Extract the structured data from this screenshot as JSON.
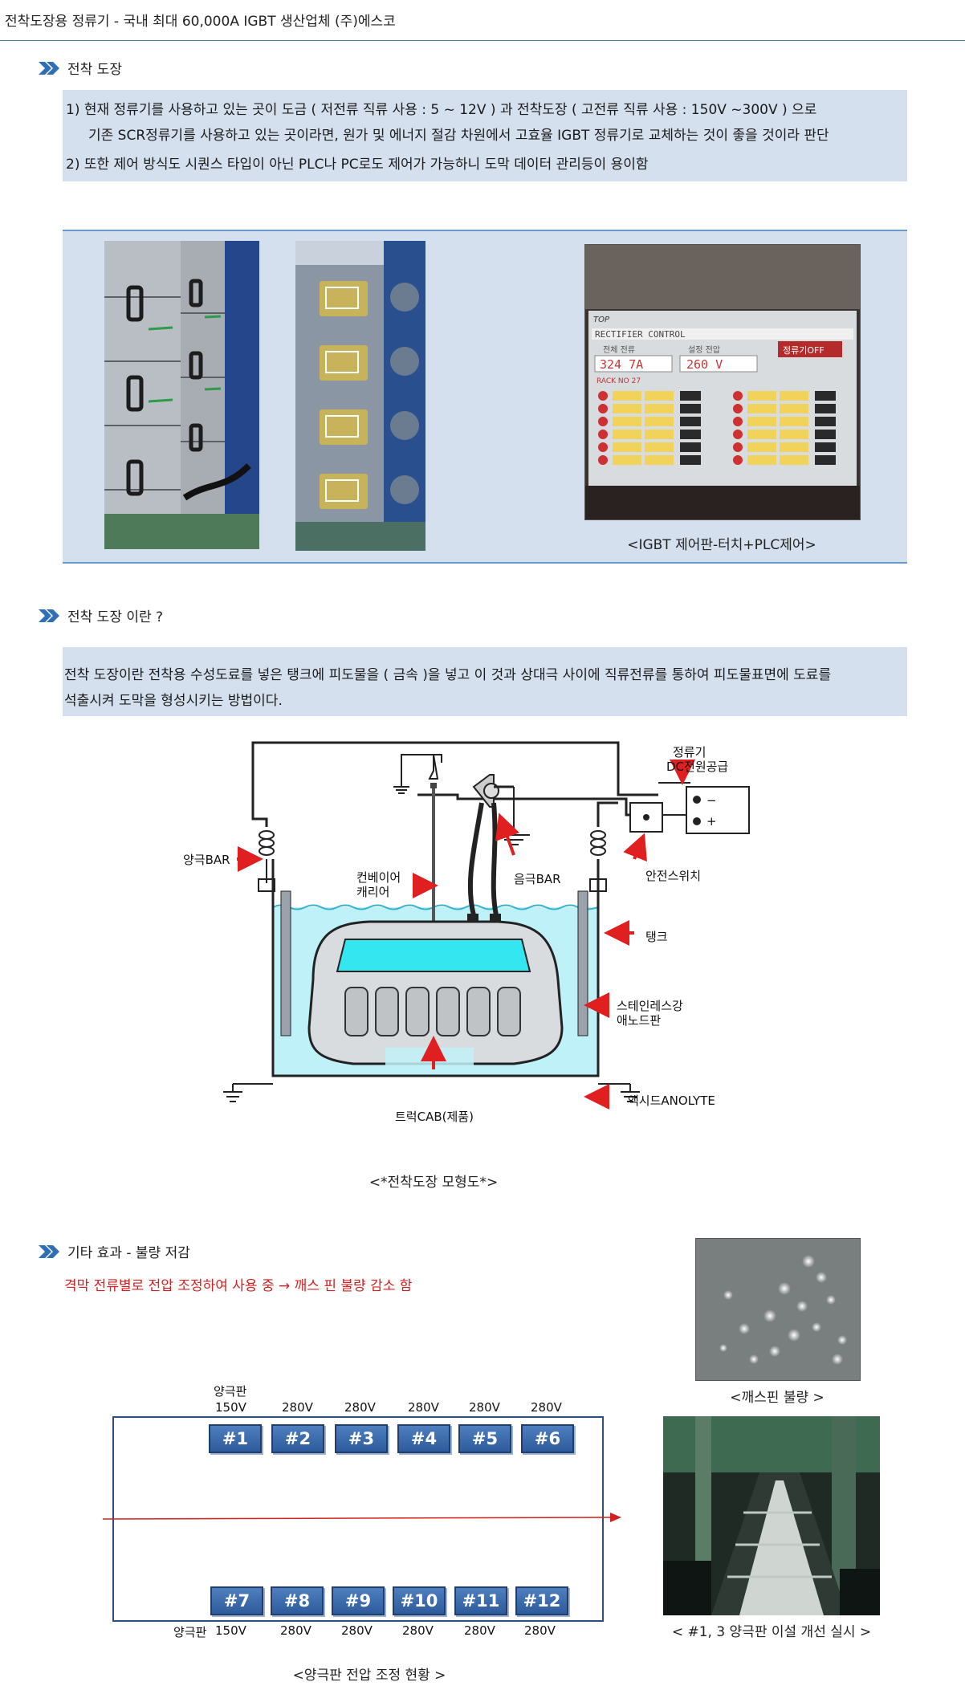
{
  "page_title": "전착도장용 정류기 - 국내 최대 60,000A IGBT 생산업체 (주)에스코",
  "section1": {
    "heading": "전착 도장",
    "item1_line1": "1)  현재 정류기를 사용하고 있는 곳이 도금 ( 저전류 직류 사용 :  5 ~ 12V ) 과 전착도장 ( 고전류 직류 사용 : 150V ~300V )  으로",
    "item1_line2": "기존 SCR정류기를 사용하고 있는 곳이라면, 원가 및 에너지 절감 차원에서 고효율 IGBT 정류기로  교체하는 것이 좋을 것이라 판단",
    "item2": "2)  또한 제어 방식도 시퀀스 타입이 아닌 PLC나 PC로도 제어가 가능하니 도막  데이터 관리등이  용이함",
    "photo_caption": "<IGBT 제어판-터치+PLC제어>",
    "panel": {
      "brand": "TOP",
      "header": "RECTIFIER CONTROL",
      "current_label": "전체 전류",
      "voltage_label": "설정 전압",
      "current_value": "324 7A",
      "voltage_value": "260  V",
      "button": "정류기OFF",
      "rack": "RACK NO  27"
    }
  },
  "section2": {
    "heading": "전착 도장 이란 ?",
    "line1": "전착 도장이란 전착용 수성도료를 넣은 탱크에 피도물을 ( 금속 )을 넣고 이 것과 상대극 사이에 직류전류를 통하여 피도물표면에 도료를",
    "line2": "석출시켜 도막을 형성시키는 방법이다.",
    "diagram": {
      "rectifier_line1": "정류기",
      "rectifier_line2": "DC전원공급",
      "minus": "−",
      "plus": "+",
      "anode_bar": "양극BAR",
      "conveyor_line1": "컨베이어",
      "conveyor_line2": "캐리어",
      "cathode_bar": "음극BAR",
      "safety_switch": "안전스위치",
      "tank": "탱크",
      "stainless_line1": "스테인레스강",
      "stainless_line2": "애노드판",
      "anolyte": "액시드ANOLYTE",
      "truck": "트럭CAB(제품)",
      "caption": "<*전착도장 모형도*>"
    }
  },
  "section3": {
    "heading": "기타 효과   - 불량 저감",
    "red_line": "격막 전류별로 전압 조정하여 사용 중 → 깨스 핀 불량 감소 함",
    "pin_caption": "<깨스핀 불량 >",
    "anode_label_top": "양극판",
    "top_volts": [
      "150V",
      "280V",
      "280V",
      "280V",
      "280V",
      "280V"
    ],
    "top_plates": [
      "#1",
      "#2",
      "#3",
      "#4",
      "#5",
      "#6"
    ],
    "bottom_plates": [
      "#7",
      "#8",
      "#9",
      "#10",
      "#11",
      "#12"
    ],
    "anode_label_bottom": "양극판",
    "bottom_volts": [
      "150V",
      "280V",
      "280V",
      "280V",
      "280V",
      "280V"
    ],
    "layout_caption": "<양극판 전압 조정 현황 >",
    "line_caption": "< #1, 3 양극판 이설 개선 실시 >"
  }
}
